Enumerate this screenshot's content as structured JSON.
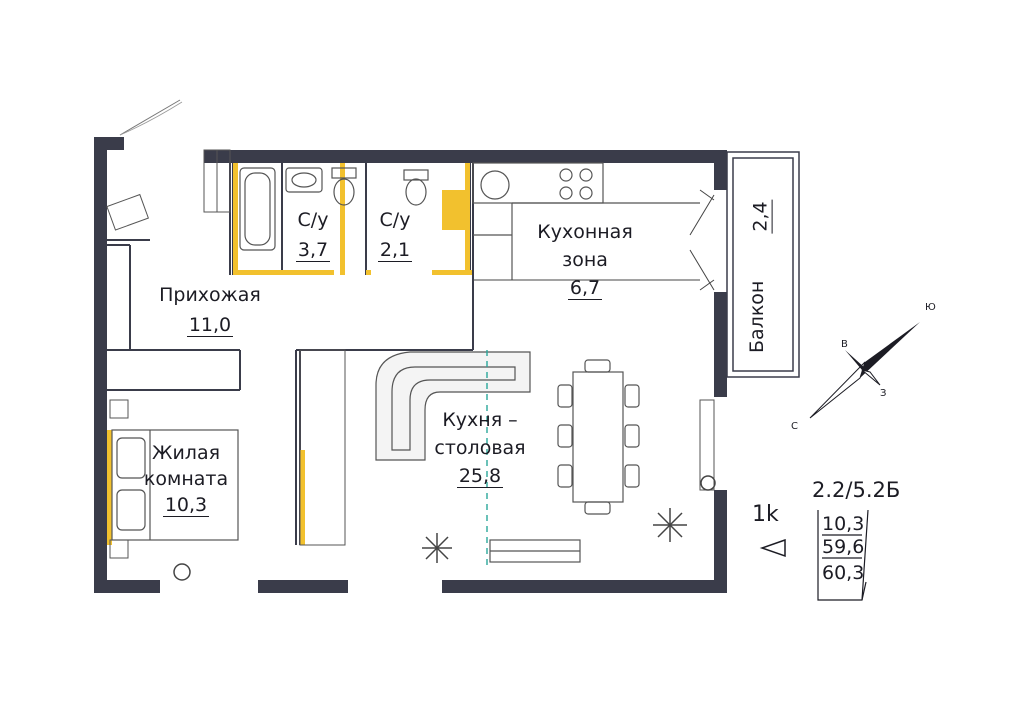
{
  "rooms": {
    "bath1": {
      "name": "С/у",
      "area": "3,7"
    },
    "bath2": {
      "name": "С/у",
      "area": "2,1"
    },
    "hall": {
      "name": "Прихожая",
      "area": "11,0"
    },
    "kitchen_zone": {
      "name_line1": "Кухонная",
      "name_line2": "зона",
      "area": "6,7"
    },
    "kitchen_dining": {
      "name_line1": "Кухня –",
      "name_line2": "столовая",
      "area": "25,8"
    },
    "living": {
      "name_line1": "Жилая",
      "name_line2": "комната",
      "area": "10,3"
    },
    "balcony": {
      "name": "Балкон",
      "area": "2,4"
    }
  },
  "apartment": {
    "type_code": "2.2/5.2Б",
    "rooms_count": "1k",
    "area_living": "10,3",
    "area_total": "59,6",
    "area_with_balcony": "60,3"
  },
  "compass": {
    "north": "С",
    "east": "В",
    "south": "Ю",
    "west": "З"
  },
  "colors": {
    "wall": "#3a3c4a",
    "accent": "#f2c12e",
    "line": "#1c1c24"
  }
}
